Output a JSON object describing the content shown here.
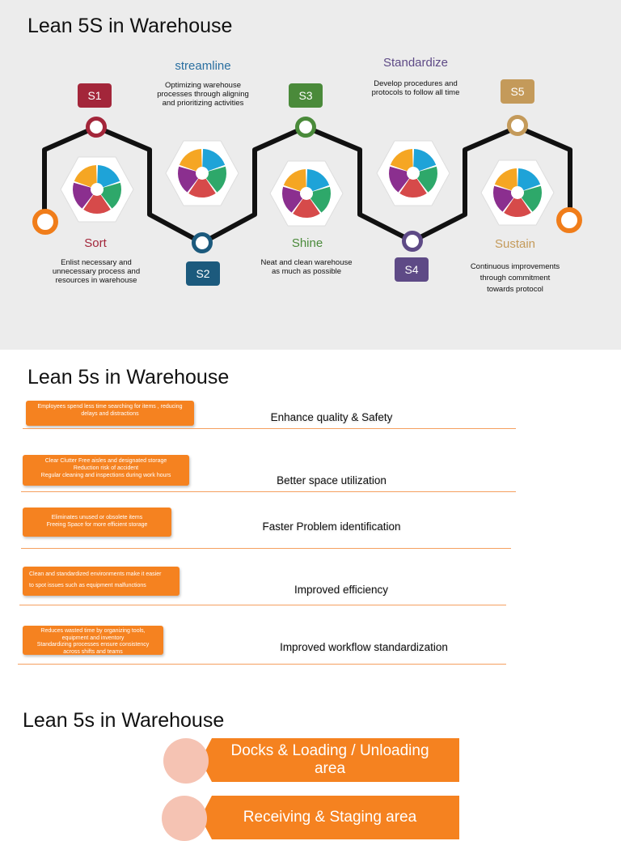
{
  "slide1": {
    "title": "Lean 5S in Warehouse",
    "stages": [
      {
        "badge": "S1",
        "name": "Sort",
        "desc": "Enlist necessary and unnecessary process and resources in warehouse",
        "color": "#a3263a"
      },
      {
        "badge": "S2",
        "name": "streamline",
        "desc": "Optimizing warehouse processes through aligning and prioritizing activities",
        "color": "#1c5a7d"
      },
      {
        "badge": "S3",
        "name": "Shine",
        "desc": "Neat and clean warehouse as much as possible",
        "color": "#4a8a3a"
      },
      {
        "badge": "S4",
        "name": "Standardize",
        "desc": "Develop procedures and protocols to follow all time",
        "color": "#5e4a86"
      },
      {
        "badge": "S5",
        "name": "Sustain",
        "desc": "Continuous improvements through commitment towards protocol",
        "color": "#c49a5a"
      }
    ],
    "end_ring_color": "#f07d1a"
  },
  "slide2": {
    "title": "Lean 5s in Warehouse",
    "rows": [
      {
        "box": "Employees spend less time searching for items , reducing delays and distractions",
        "benefit": "Enhance quality & Safety"
      },
      {
        "box": "Clear Clutter Free aisles and designated storage\nReduction risk of accident\nRegular cleaning and inspections during  work hours",
        "benefit": "Better space utilization"
      },
      {
        "box": "Eliminates unused or obsolete items\nFreeing Space for more efficient storage",
        "benefit": "Faster Problem identification"
      },
      {
        "box": "Clean and standardized environments make it easier\nto spot issues such as equipment malfunctions",
        "benefit": "Improved efficiency"
      },
      {
        "box": "Reduces wasted time by organizing tools, equipment and inventory\nStandardizing processes ensure consistency across shifts and teams",
        "benefit": "Improved workflow standardization"
      }
    ],
    "accent": "#f58220"
  },
  "slide3": {
    "title": "Lean 5s in Warehouse",
    "areas": [
      {
        "label": "Docks & Loading / Unloading area"
      },
      {
        "label": "Receiving & Staging area"
      }
    ]
  },
  "icons": [
    "hexagon-5s-wheel-icon"
  ]
}
